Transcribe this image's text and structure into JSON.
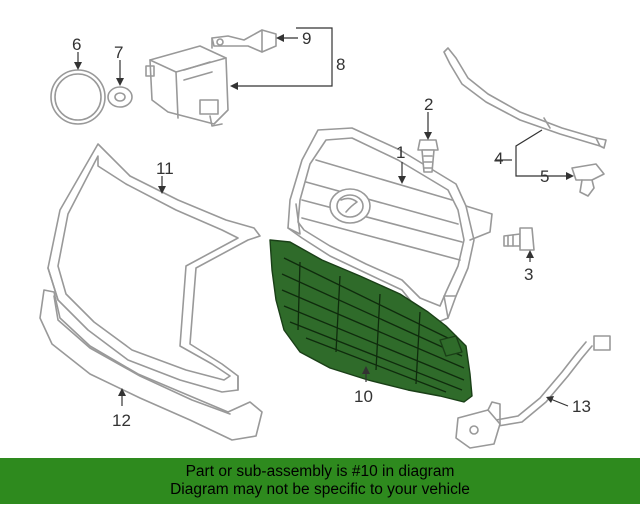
{
  "diagram": {
    "callouts": {
      "c1": "1",
      "c2": "2",
      "c3": "3",
      "c4": "4",
      "c5": "5",
      "c6": "6",
      "c7": "7",
      "c8": "8",
      "c9": "9",
      "c10": "10",
      "c11": "11",
      "c12": "12",
      "c13": "13"
    },
    "highlighted_part": "10",
    "colors": {
      "highlight": "#2f6b2a",
      "banner": "#2e8a1e",
      "line": "#999999"
    }
  },
  "banner": {
    "line1": "Part or sub-assembly is #10 in diagram",
    "line2": "Diagram may not be specific to your vehicle"
  }
}
